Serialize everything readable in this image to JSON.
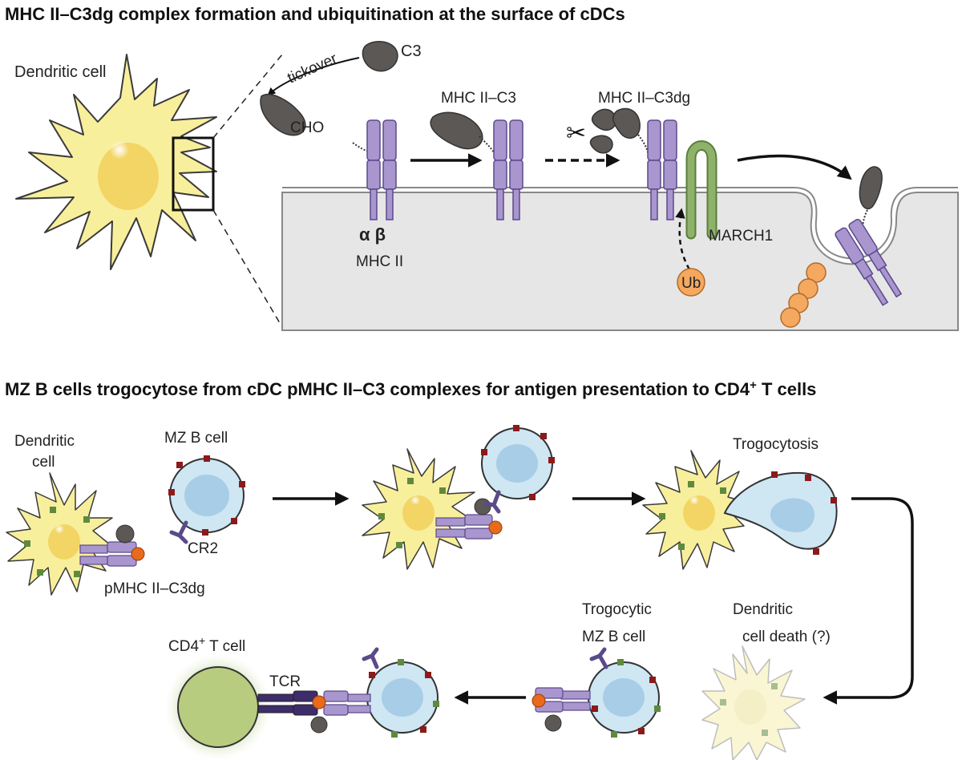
{
  "top_panel": {
    "heading": "MHC II–C3dg complex formation and ubiquitination at the surface of cDCs",
    "dendritic_cell_label": "Dendritic cell",
    "tickover_label": "tickover",
    "c3_label": "C3",
    "cho_label": "CHO",
    "alpha_beta_label": "α β",
    "mhc2_label": "MHC II",
    "mhc2_c3_label": "MHC II–C3",
    "mhc2_c3dg_label": "MHC II–C3dg",
    "march1_label": "MARCH1",
    "ub_label": "Ub"
  },
  "bottom_panel": {
    "heading_main": "MZ B cells trogocytose from cDC pMHC II–C3 complexes for antigen presentation to CD4",
    "heading_sup": "+",
    "heading_tail": " T cells",
    "dc_label_line1": "Dendritic",
    "dc_label_line2": "cell",
    "mzb_label": "MZ B cell",
    "cr2_label": "CR2",
    "pmhc_label": "pMHC II–C3dg",
    "trogocytosis_label": "Trogocytosis",
    "dc_death_line1": "Dendritic",
    "dc_death_line2": "cell death (?)",
    "trogocytic_line1": "Trogocytic",
    "trogocytic_line2": "MZ B cell",
    "cd4_label_main": "CD4",
    "cd4_label_sup": "+",
    "cd4_label_tail": " T cell",
    "tcr_label": "TCR"
  },
  "colors": {
    "dc_yellow": "#f8ef9c",
    "dc_nucleus": "#f2d565",
    "mhc_purple": "#a996cf",
    "march_green": "#8eb26a",
    "ub_orange": "#f4a860",
    "bcell_blue": "#cfe6f3",
    "bcell_nucleus": "#a8cde6",
    "tcell_green": "#b8cc80",
    "membrane_gray": "#e6e6e6",
    "c3_dark": "#5b5855"
  }
}
